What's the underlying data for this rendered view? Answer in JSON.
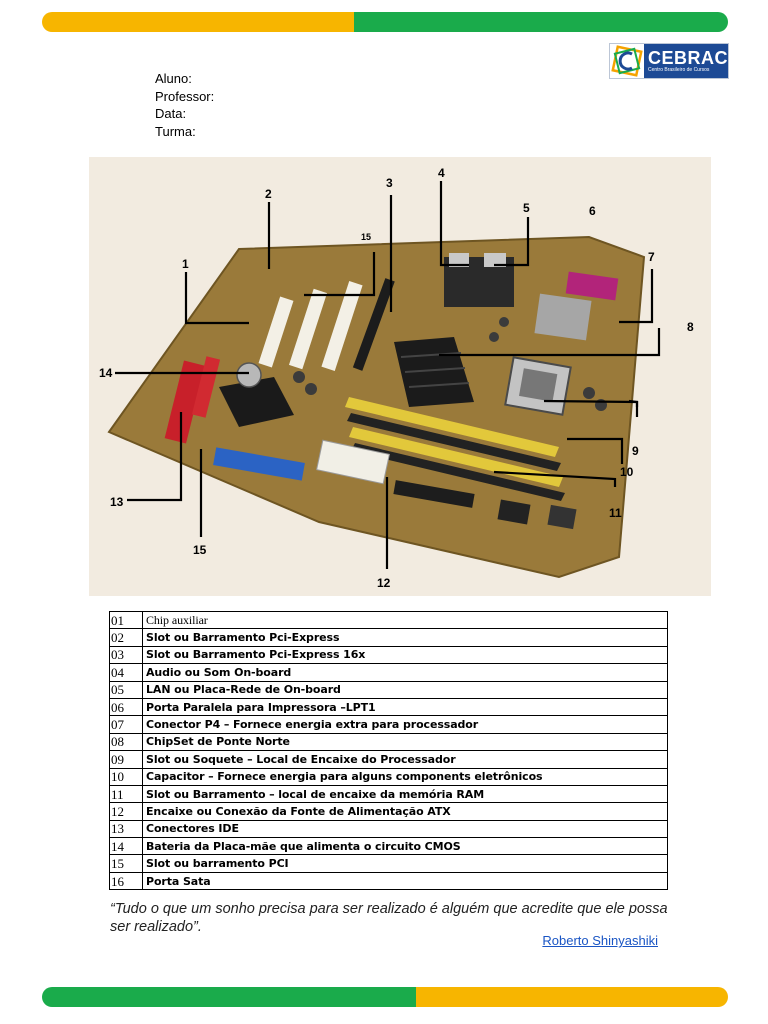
{
  "logo": {
    "name": "CEBRAC",
    "subtitle": "Centro Brasileiro de Cursos"
  },
  "fields": [
    "Aluno:",
    "Professor:",
    "Data:",
    "Turma:"
  ],
  "photo": {
    "labels": [
      "1",
      "2",
      "3",
      "4",
      "5",
      "6",
      "7",
      "8",
      "9",
      "10",
      "11",
      "12",
      "13",
      "14",
      "15",
      "15"
    ]
  },
  "table": {
    "rows": [
      {
        "code": "01",
        "desc": "Chip auxiliar"
      },
      {
        "code": "02",
        "desc": "Slot ou Barramento Pci-Express"
      },
      {
        "code": "03",
        "desc": "Slot ou Barramento Pci-Express 16x"
      },
      {
        "code": "04",
        "desc": "Audio ou Som On-board"
      },
      {
        "code": "05",
        "desc": "LAN ou Placa-Rede de On-board"
      },
      {
        "code": "06",
        "desc": "Porta Paralela para Impressora –LPT1"
      },
      {
        "code": "07",
        "desc": "Conector P4 – Fornece energia extra para processador"
      },
      {
        "code": "08",
        "desc": "ChipSet de Ponte Norte"
      },
      {
        "code": "09",
        "desc": "Slot ou Soquete – Local de Encaixe do Processador"
      },
      {
        "code": "10",
        "desc": "Capacitor – Fornece energia para alguns components eletrônicos"
      },
      {
        "code": "11",
        "desc": "Slot ou Barramento – local de encaixe da memória RAM"
      },
      {
        "code": "12",
        "desc": "Encaixe ou Conexão da Fonte de Alimentação ATX"
      },
      {
        "code": "13",
        "desc": "Conectores IDE"
      },
      {
        "code": "14",
        "desc": "Bateria da Placa-mãe que alimenta o circuito CMOS"
      },
      {
        "code": "15",
        "desc": "Slot ou barramento PCI"
      },
      {
        "code": "16",
        "desc": "Porta Sata"
      }
    ]
  },
  "quote": {
    "text": "“Tudo o que um sonho precisa para ser realizado é alguém que acredite que ele possa ser realizado”.",
    "author": "Roberto Shinyashiki"
  }
}
